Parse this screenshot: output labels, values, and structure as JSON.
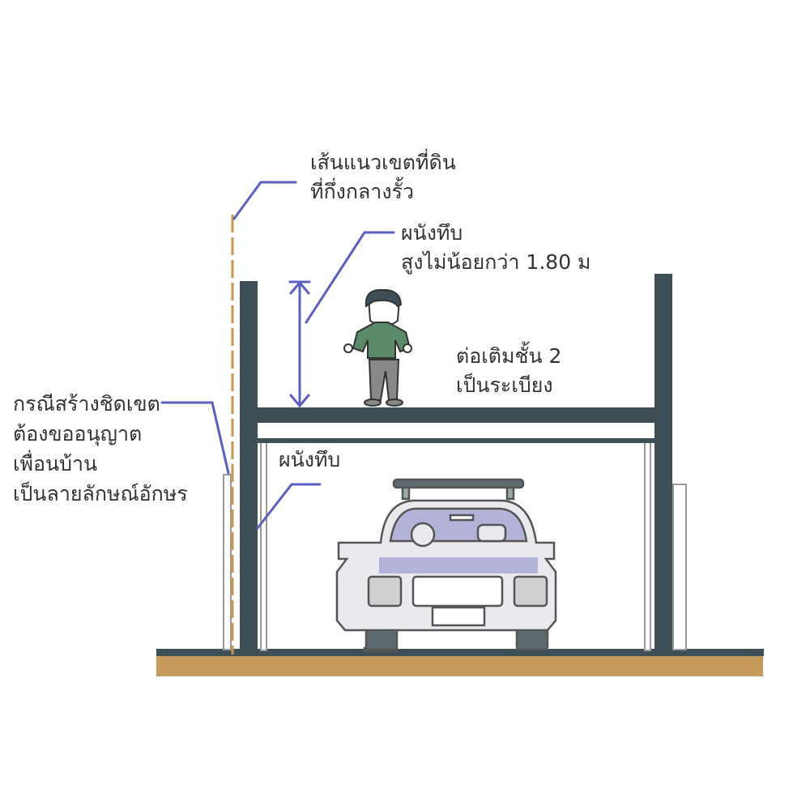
{
  "labels": {
    "boundary_line": [
      "เส้นแนวเขตที่ดิน",
      "ที่กึ่งกลางรั้ว"
    ],
    "solid_wall_upper": [
      "ผนังทึบ",
      "สูงไม่น้อยกว่า 1.80 ม"
    ],
    "second_floor": [
      "ต่อเติมชั้น 2",
      "เป็นระเบียง"
    ],
    "build_near_boundary": [
      "กรณีสร้างชิดเขต",
      "ต้องขออนุญาต",
      "เพื่อนบ้าน",
      "เป็นลายลักษณ์อักษร"
    ],
    "solid_wall_lower": [
      "ผนังทึบ"
    ]
  },
  "colors": {
    "structure": "#3e4f57",
    "leader": "#5b5fc2",
    "boundary": "#c9964c",
    "ground": "#c69a5c",
    "shirt": "#5b8a68",
    "car_glass": "#b3b2d9"
  }
}
